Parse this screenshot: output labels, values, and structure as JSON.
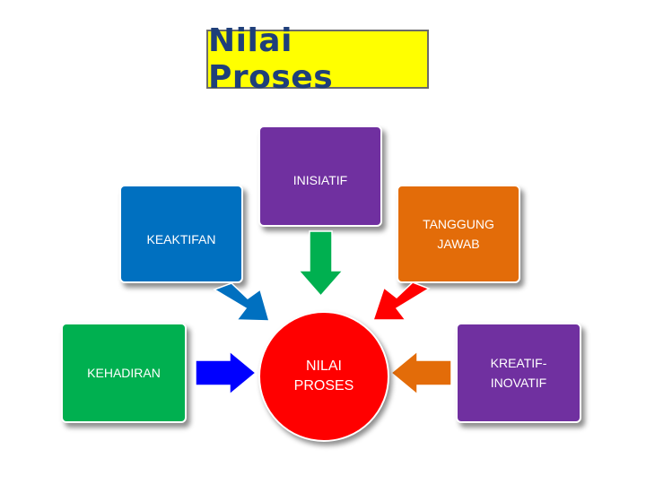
{
  "title": "Nilai Proses",
  "center": {
    "label": "NILAI\nPROSES",
    "color": "#ff0000"
  },
  "boxes": {
    "inisiatif": {
      "label": "INISIATIF",
      "color": "#7030a0"
    },
    "keaktifan": {
      "label": "KEAKTIFAN",
      "color": "#0070c0"
    },
    "tanggung_jawab": {
      "label": "TANGGUNG\nJAWAB",
      "color": "#e36c09"
    },
    "kehadiran": {
      "label": "KEHADIRAN",
      "color": "#00b050"
    },
    "kreatif_inovatif": {
      "label": "KREATIF-\nINOVATIF",
      "color": "#7030a0"
    }
  },
  "arrows": {
    "from_inisiatif": "#00b050",
    "from_keaktifan": "#0070c0",
    "from_tanggung_jawab": "#ff0000",
    "from_kehadiran": "#0000ff",
    "from_kreatif_inovatif": "#e36c09"
  }
}
